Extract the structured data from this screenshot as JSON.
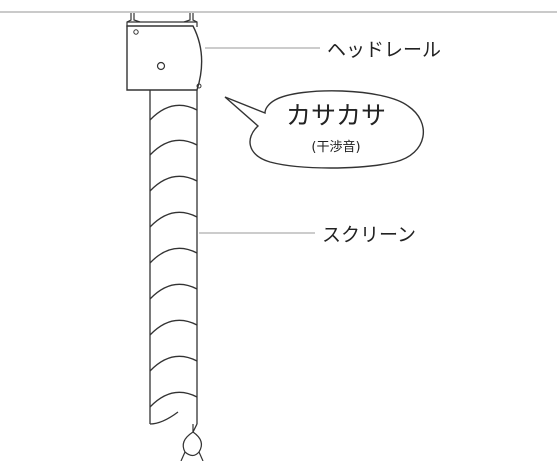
{
  "labels": {
    "head_rail": "ヘッドレール",
    "screen": "スクリーン"
  },
  "bubble": {
    "sound": "カサカサ",
    "note": "(干渉音)"
  },
  "colors": {
    "stroke": "#333333",
    "leader_line": "#999999",
    "ceiling_line": "#aaaaaa",
    "text": "#222222"
  }
}
